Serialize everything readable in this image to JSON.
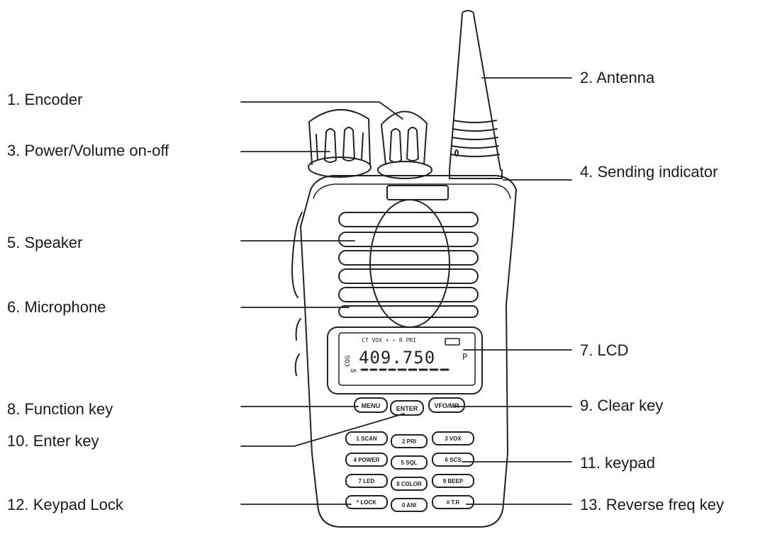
{
  "labels": {
    "l1": "1.  Encoder",
    "l2": "2.  Antenna",
    "l3": "3.  Power/Volume on-off",
    "l4": "4.  Sending indicator",
    "l5": "5.  Speaker",
    "l6": "6.  Microphone",
    "l7": "7.  LCD",
    "l8": "8.  Function key",
    "l9": "9.  Clear key",
    "l10": "10. Enter key",
    "l11": "11. keypad",
    "l12": "12. Keypad Lock",
    "l13": "13. Reverse freq key"
  },
  "lcd": {
    "frequency": "409.750",
    "top_row": "CT  VOX  +  −  R  PRI",
    "left_col": "COG",
    "side": "P",
    "aux": "AR"
  },
  "keys": {
    "menu": "MENU",
    "enter": "ENTER",
    "vfo": "VFO/MR",
    "k1": "1 SCAN",
    "k2": "2 PRI",
    "k3": "3 VOX",
    "k4": "4 POWER",
    "k5": "5 SQL",
    "k6": "6 SCS",
    "k7": "7 LED",
    "k8": "8 COLOR",
    "k9": "9 BEEP",
    "kstar": "* LOCK",
    "k0": "0 ANI",
    "khash": "# T.R"
  }
}
